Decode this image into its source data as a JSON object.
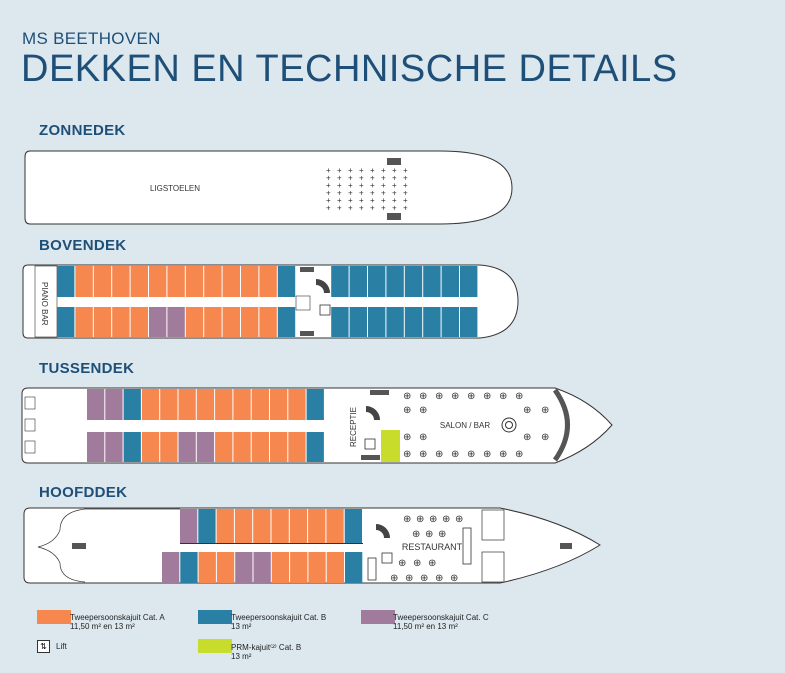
{
  "ship": "MS BEETHOVEN",
  "title": "DEKKEN EN TECHNISCHE DETAILS",
  "colors": {
    "A": "#f5874f",
    "B": "#2a7fa5",
    "C": "#a07b9b",
    "PRM": "#c8dc2c",
    "text": "#1e4f78"
  },
  "decks": [
    {
      "name": "ZONNEDEK",
      "label": "LIGSTOELEN"
    },
    {
      "name": "BOVENDEK",
      "label": "PIANO BAR",
      "top": [
        "B",
        "A",
        "A",
        "A",
        "A",
        "A",
        "A",
        "A",
        "A",
        "A",
        "A",
        "A",
        "B",
        "B",
        "B",
        "B",
        "B",
        "B",
        "B",
        "B",
        "B"
      ],
      "bottom": [
        "B",
        "A",
        "A",
        "A",
        "A",
        "C",
        "C",
        "A",
        "A",
        "A",
        "A",
        "A",
        "B",
        "B",
        "B",
        "B",
        "B",
        "B",
        "B",
        "B",
        "B"
      ]
    },
    {
      "name": "TUSSENDEK",
      "label": "SALON / BAR",
      "label2": "RECEPTIE",
      "top": [
        "C",
        "C",
        "B",
        "A",
        "A",
        "A",
        "A",
        "A",
        "A",
        "A",
        "A",
        "A",
        "B"
      ],
      "bottom": [
        "C",
        "C",
        "B",
        "A",
        "A",
        "C",
        "C",
        "A",
        "A",
        "A",
        "A",
        "A",
        "B"
      ]
    },
    {
      "name": "HOOFDDEK",
      "label": "RESTAURANT",
      "top": [
        "C",
        "B",
        "A",
        "A",
        "A",
        "A",
        "A",
        "A",
        "A",
        "B"
      ],
      "bottom": [
        "C",
        "B",
        "A",
        "A",
        "C",
        "C",
        "A",
        "A",
        "A",
        "A",
        "B"
      ]
    }
  ],
  "legend": [
    {
      "cat": "A",
      "label": "Tweepersoonskajuit Cat. A",
      "size": "11,50 m² en 13 m²"
    },
    {
      "cat": "B",
      "label": "Tweepersoonskajuit Cat. B",
      "size": "13 m²"
    },
    {
      "cat": "C",
      "label": "Tweepersoonskajuit Cat. C",
      "size": "11,50 m² en 13 m²"
    },
    {
      "cat": "PRM",
      "label": "PRM-kajuit⁽²⁾ Cat. B",
      "size": "13 m²"
    },
    {
      "cat": "lift",
      "label": "Lift"
    }
  ]
}
